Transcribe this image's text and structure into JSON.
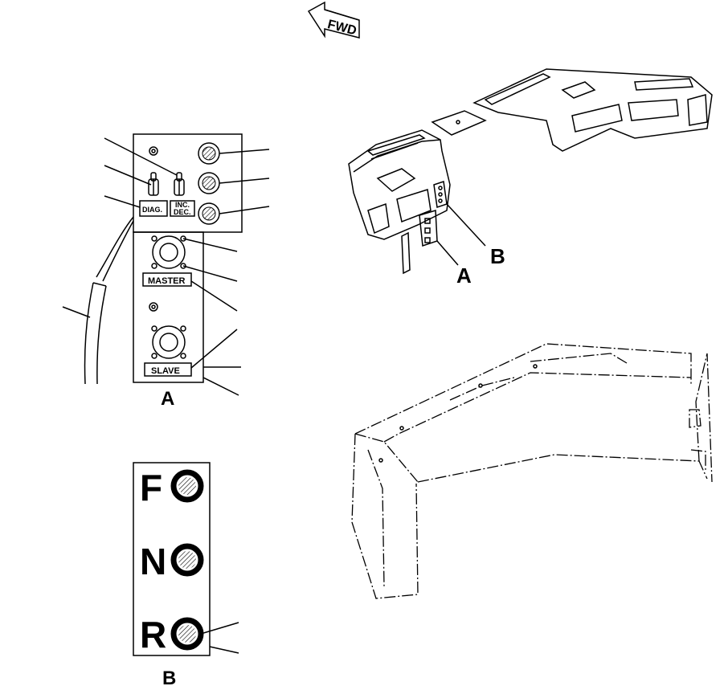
{
  "fwd_label": "FWD",
  "panel_a": {
    "title": "A",
    "diag_label": "DIAG.",
    "inc_label": "INC.",
    "dec_label": "DEC.",
    "master_label": "MASTER",
    "slave_label": "SLAVE"
  },
  "panel_b": {
    "title": "B",
    "letters": [
      "F",
      "N",
      "R"
    ]
  },
  "callouts": {
    "a": "A",
    "b": "B"
  }
}
